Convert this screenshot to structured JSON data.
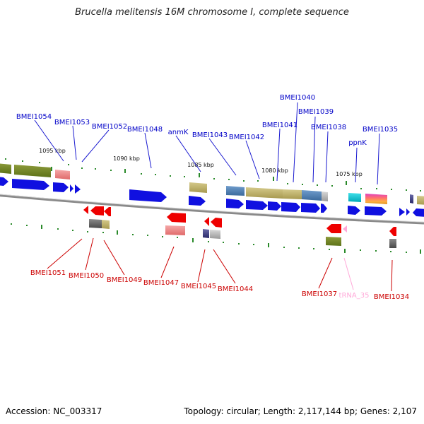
{
  "title": "Brucella melitensis 16M chromosome I, complete sequence",
  "footer": {
    "accession": "Accession: NC_003317",
    "topology": "Topology: circular; Length: 2,117,144 bp; Genes: 2,107"
  },
  "colors": {
    "plus_label": "#0000c8",
    "minus_label": "#cc0000",
    "trna_label": "#ff9fc8",
    "plus_arrow": "#1010e0",
    "minus_arrow": "#ee0000",
    "backbone": "#888888"
  },
  "ticks": [
    {
      "id": "t1095",
      "label": "1095 kbp"
    },
    {
      "id": "t1090",
      "label": "1090 kbp"
    },
    {
      "id": "t1085",
      "label": "1085 kbp"
    },
    {
      "id": "t1080",
      "label": "1080 kbp"
    },
    {
      "id": "t1075",
      "label": "1075 kbp"
    }
  ],
  "top_labels": [
    {
      "id": "BMEI1054",
      "text": "BMEI1054"
    },
    {
      "id": "BMEI1053",
      "text": "BMEI1053"
    },
    {
      "id": "BMEI1052",
      "text": "BMEI1052"
    },
    {
      "id": "BMEI1048",
      "text": "BMEI1048"
    },
    {
      "id": "anmK",
      "text": "anmK"
    },
    {
      "id": "BMEI1043",
      "text": "BMEI1043"
    },
    {
      "id": "BMEI1042",
      "text": "BMEI1042"
    },
    {
      "id": "BMEI1041",
      "text": "BMEI1041"
    },
    {
      "id": "BMEI1040",
      "text": "BMEI1040"
    },
    {
      "id": "BMEI1039",
      "text": "BMEI1039"
    },
    {
      "id": "BMEI1038",
      "text": "BMEI1038"
    },
    {
      "id": "ppnK",
      "text": "ppnK"
    },
    {
      "id": "BMEI1035",
      "text": "BMEI1035"
    }
  ],
  "bottom_labels": [
    {
      "id": "BMEI1051",
      "text": "BMEI1051"
    },
    {
      "id": "BMEI1050",
      "text": "BMEI1050"
    },
    {
      "id": "BMEI1049",
      "text": "BMEI1049"
    },
    {
      "id": "BMEI1047",
      "text": "BMEI1047"
    },
    {
      "id": "BMEI1045",
      "text": "BMEI1045"
    },
    {
      "id": "BMEI1044",
      "text": "BMEI1044"
    },
    {
      "id": "BMEI1037",
      "text": "BMEI1037"
    },
    {
      "id": "tRNA_35",
      "text": "tRNA_35"
    },
    {
      "id": "BMEI1034",
      "text": "BMEI1034"
    }
  ]
}
